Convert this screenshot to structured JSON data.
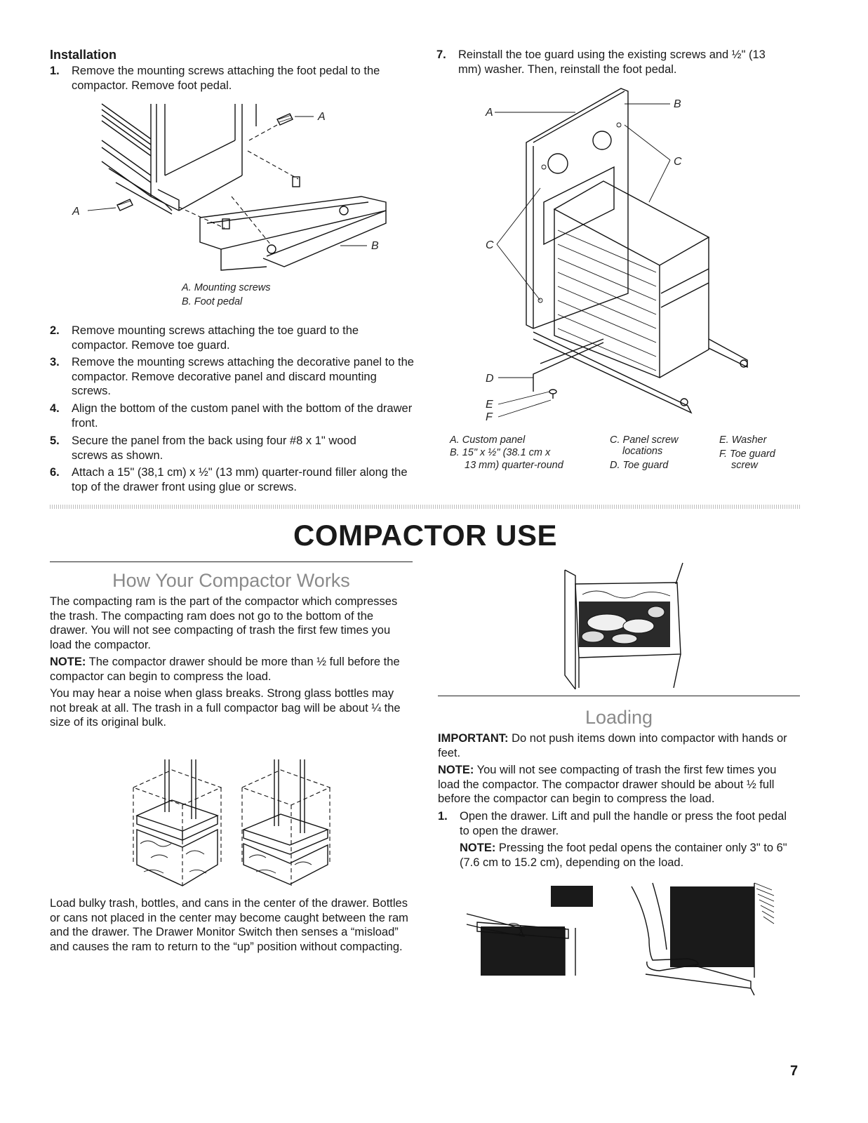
{
  "installation": {
    "heading": "Installation",
    "steps": [
      {
        "num": "1.",
        "text": "Remove the mounting screws attaching the foot pedal to the compactor. Remove foot pedal."
      },
      {
        "num": "2.",
        "text": "Remove mounting screws attaching the toe guard to the compactor. Remove toe guard."
      },
      {
        "num": "3.",
        "text": "Remove the mounting screws attaching the decorative panel to the compactor. Remove decorative panel and discard mounting screws."
      },
      {
        "num": "4.",
        "text": "Align the bottom of the custom panel with the bottom of the drawer front."
      },
      {
        "num": "5.",
        "text": "Secure the panel from the back using four #8 x 1\" wood screws as shown."
      },
      {
        "num": "6.",
        "text": "Attach a 15\" (38,1 cm) x ½\" (13 mm) quarter-round filler along the top of the drawer front using glue or screws."
      },
      {
        "num": "7.",
        "text": "Reinstall the toe guard using the existing screws and ½\" (13 mm) washer. Then, reinstall the foot pedal."
      }
    ],
    "figure1": {
      "label_a": "A",
      "label_b": "B",
      "caption_a": "A. Mounting screws",
      "caption_b": "B. Foot pedal"
    },
    "figure2": {
      "labels": [
        "A",
        "B",
        "C",
        "C",
        "D",
        "E",
        "F"
      ],
      "captions": {
        "a": "A. Custom panel",
        "b1": "B. 15\" x ½\" (38.1 cm x",
        "b2": "13 mm) quarter-round",
        "c1": "C. Panel screw",
        "c2": "locations",
        "d": "D. Toe guard",
        "e": "E. Washer",
        "f1": "F. Toe guard",
        "f2": "screw"
      }
    }
  },
  "compactor_use": {
    "title": "COMPACTOR USE",
    "how_it_works": {
      "heading": "How Your Compactor Works",
      "p1": "The compacting ram is the part of the compactor which compresses the trash. The compacting ram does not go to the bottom of the drawer. You will not see compacting of trash the first few times you load the compactor.",
      "note_label": "NOTE:",
      "note_text": " The compactor drawer should be more than ½ full before the compactor can begin to compress the load.",
      "p3": "You may hear a noise when glass breaks. Strong glass bottles may not break at all. The trash in a full compactor bag will be about ¼ the size of its original bulk.",
      "p4": "Load bulky trash, bottles, and cans in the center of the drawer. Bottles or cans not placed in the center may become caught between the ram and the drawer. The Drawer Monitor Switch then senses a “misload” and causes the ram to return to the “up” position without compacting."
    },
    "loading": {
      "heading": "Loading",
      "important_label": "IMPORTANT:",
      "important_text": " Do not push items down into compactor with hands or feet.",
      "note_label": "NOTE:",
      "note_text": " You will not see compacting of trash the first few times you load the compactor. The compactor drawer should be about ½ full before the compactor can begin to compress the load.",
      "step_num": "1.",
      "step_text": "Open the drawer. Lift and pull the handle or press the foot pedal to open the drawer.",
      "step_note_label": "NOTE:",
      "step_note_text": " Pressing the foot pedal opens the container only 3\" to 6\" (7.6 cm to 15.2 cm), depending on the load."
    }
  },
  "page_number": "7"
}
